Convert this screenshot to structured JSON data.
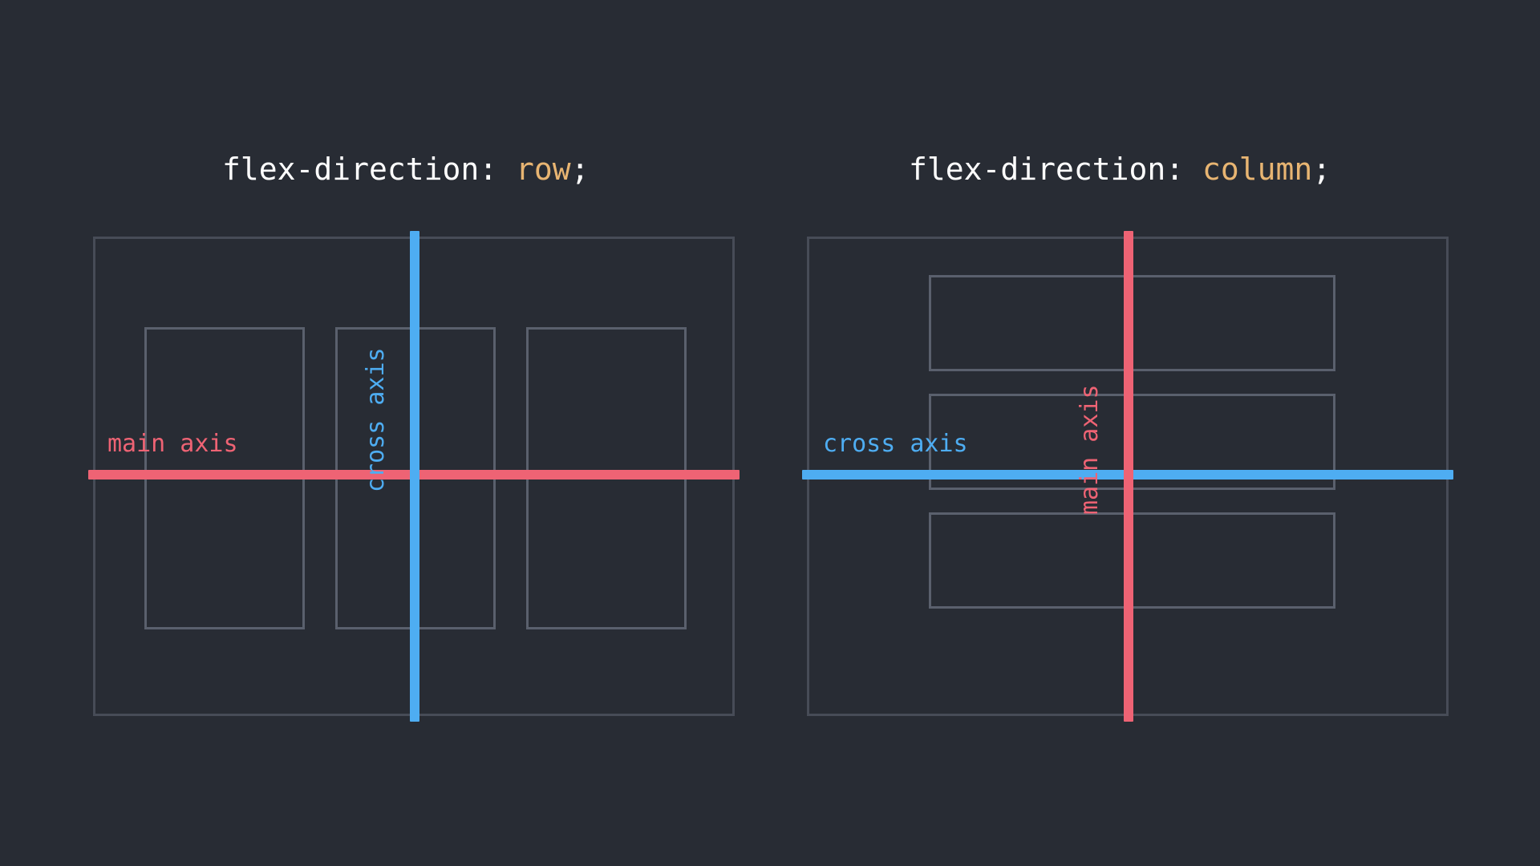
{
  "page": {
    "background_color": "#282C34",
    "title_text_color": "#FFFFFF",
    "keyword_color": "#E8B572",
    "main_axis_color": "#EE6374",
    "cross_axis_color": "#4EADF2",
    "container_border_color": "#474C57",
    "item_border_color": "#5A606D"
  },
  "diagrams": [
    {
      "id": "flex-direction-row",
      "title": {
        "property": "flex-direction: ",
        "value": "row",
        "terminator": ";"
      },
      "main_axis": {
        "label": "main axis",
        "orientation": "horizontal",
        "color": "#EE6374"
      },
      "cross_axis": {
        "label": "cross axis",
        "orientation": "vertical",
        "color": "#4EADF2"
      },
      "item_count": 3,
      "item_arrangement": "side-by-side"
    },
    {
      "id": "flex-direction-column",
      "title": {
        "property": "flex-direction: ",
        "value": "column",
        "terminator": ";"
      },
      "main_axis": {
        "label": "main axis",
        "orientation": "vertical",
        "color": "#EE6374"
      },
      "cross_axis": {
        "label": "cross axis",
        "orientation": "horizontal",
        "color": "#4EADF2"
      },
      "item_count": 3,
      "item_arrangement": "stacked"
    }
  ]
}
